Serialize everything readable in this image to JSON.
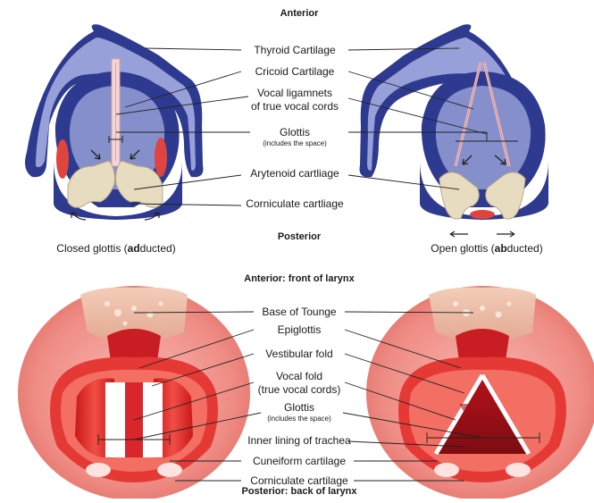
{
  "top": {
    "anterior": "Anterior",
    "posterior": "Posterior",
    "labels": {
      "thyroid": "Thyroid Cartilage",
      "cricoid": "Cricoid Cartilage",
      "vocal_lig_1": "Vocal ligamnets",
      "vocal_lig_2": "of true vocal cords",
      "glottis": "Glottis",
      "glottis_note": "(includes the space)",
      "arytenoid": "Arytenoid cartliage",
      "corniculate": "Corniculate cartliage"
    },
    "closed_caption": {
      "pre": "Closed glottis (",
      "bold": "ad",
      "post": "ducted)"
    },
    "open_caption": {
      "pre": "Open glottis (",
      "bold": "ab",
      "post": "ducted)"
    }
  },
  "bottom": {
    "anterior": "Anterior: front of larynx",
    "posterior": "Posterior: back of larynx",
    "labels": {
      "base_tongue": "Base of Tounge",
      "epiglottis": "Epiglottis",
      "vestibular": "Vestibular fold",
      "vocal_fold_1": "Vocal fold",
      "vocal_fold_2": "(true vocal cords)",
      "glottis": "Glottis",
      "glottis_note": "(includes the space)",
      "inner_lining": "Inner lining of trachea",
      "cuneiform": "Cuneiform cartilage",
      "corniculate": "Corniculate cartilage"
    }
  },
  "colors": {
    "cartilage_blue": "#2e3a8f",
    "cartilage_light": "#aab3e6",
    "bone": "#e8dcc0",
    "muscle_red": "#e53935",
    "tissue_pink": "#f4a3a0"
  }
}
